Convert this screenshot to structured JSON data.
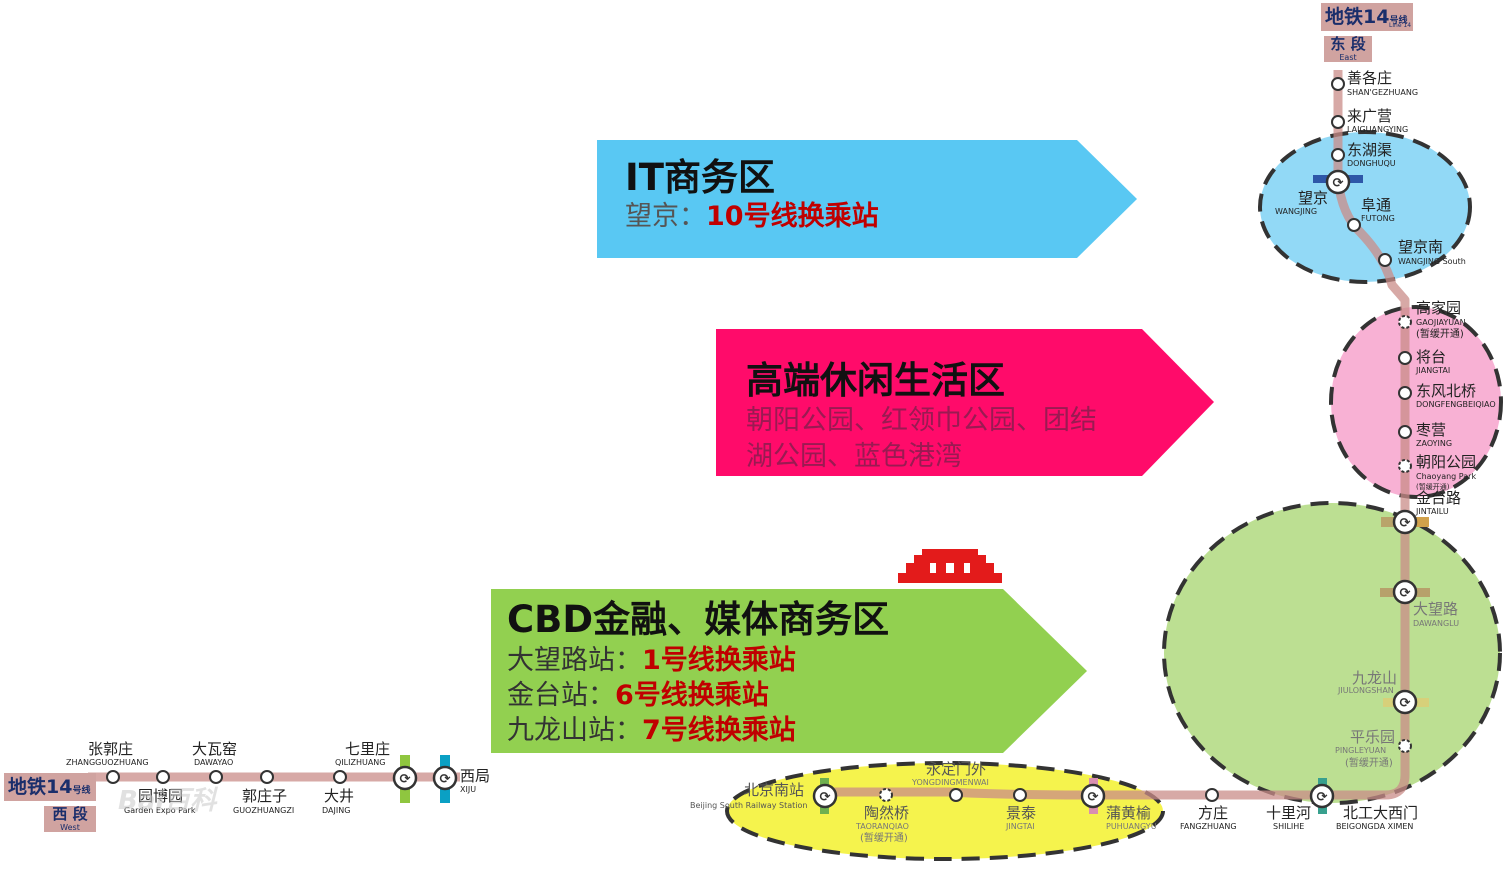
{
  "line_badge": {
    "east_main": "地铁14",
    "east_sup": "号线",
    "east_line_en": "Line 14",
    "east_segment": "东 段",
    "east_segment_en": "East",
    "west_main": "地铁14",
    "west_sup": "号线",
    "west_segment": "西 段",
    "west_segment_en": "West"
  },
  "callouts": {
    "it": {
      "title": "IT商务区",
      "line1_prefix": "望京：",
      "line1_highlight": "10号线换乘站"
    },
    "leisure": {
      "title": "高端休闲生活区",
      "line1": "朝阳公园、红领巾公园、团结",
      "line2": "湖公园、蓝色港湾"
    },
    "cbd": {
      "title": "CBD金融、媒体商务区",
      "rows": [
        {
          "prefix": "大望路站：",
          "highlight": "1号线换乘站"
        },
        {
          "prefix": "金台站：",
          "highlight": "6号线换乘站"
        },
        {
          "prefix": "九龙山站：",
          "highlight": "7号线换乘站"
        }
      ]
    }
  },
  "east_stations": [
    {
      "cn": "善各庄",
      "en": "SHAN'GEZHUANG"
    },
    {
      "cn": "来广营",
      "en": "LAIGUANGYING"
    },
    {
      "cn": "东湖渠",
      "en": "DONGHUQU"
    },
    {
      "cn": "望京",
      "en": "WANGJING"
    },
    {
      "cn": "阜通",
      "en": "FUTONG"
    },
    {
      "cn": "望京南",
      "en": "WANGJING South"
    },
    {
      "cn": "高家园",
      "en": "GAOJIAYUAN",
      "note": "(暂缓开通)"
    },
    {
      "cn": "将台",
      "en": "JIANGTAI"
    },
    {
      "cn": "东风北桥",
      "en": "DONGFENGBEIQIAO"
    },
    {
      "cn": "枣营",
      "en": "ZAOYING"
    },
    {
      "cn": "朝阳公园",
      "en": "Chaoyang Park",
      "note": "(暂缓开通)"
    },
    {
      "cn": "金台路",
      "en": "JINTAILU"
    },
    {
      "cn": "大望路",
      "en": "DAWANGLU"
    },
    {
      "cn": "九龙山",
      "en": "JIULONGSHAN"
    },
    {
      "cn": "平乐园",
      "en": "PINGLEYUAN",
      "note": "(暂缓开通)"
    },
    {
      "cn": "北工大西门",
      "en": "BEIGONGDA XIMEN"
    },
    {
      "cn": "十里河",
      "en": "SHILIHE"
    },
    {
      "cn": "方庄",
      "en": "FANGZHUANG"
    },
    {
      "cn": "蒲黄榆",
      "en": "PUHUANGYU"
    },
    {
      "cn": "景泰",
      "en": "JINGTAI"
    },
    {
      "cn": "永定门外",
      "en": "YONGDINGMENWAI"
    },
    {
      "cn": "陶然桥",
      "en": "TAORANQIAO",
      "note": "(暂缓开通)"
    },
    {
      "cn": "北京南站",
      "en": "Beijing South Railway Station"
    }
  ],
  "west_stations": [
    {
      "cn": "张郭庄",
      "en": "ZHANGGUOZHUANG"
    },
    {
      "cn": "园博园",
      "en": "Garden Expo Park"
    },
    {
      "cn": "大瓦窑",
      "en": "DAWAYAO"
    },
    {
      "cn": "郭庄子",
      "en": "GUOZHUANGZI"
    },
    {
      "cn": "大井",
      "en": "DAJING"
    },
    {
      "cn": "七里庄",
      "en": "QILIZHUANG"
    },
    {
      "cn": "西局",
      "en": "XIJU"
    }
  ],
  "watermark": "Bai百科",
  "colors": {
    "line14": "#d6a5a1",
    "it_zone": "#7fd2f5",
    "leisure_zone": "#f7a8cf",
    "cbd_zone": "#b5dc86",
    "south_zone": "#f4f23a",
    "callout_it": "#59c8f3",
    "callout_leisure": "#ff0b6a",
    "callout_cbd": "#92d050",
    "highlight": "#c00000"
  }
}
